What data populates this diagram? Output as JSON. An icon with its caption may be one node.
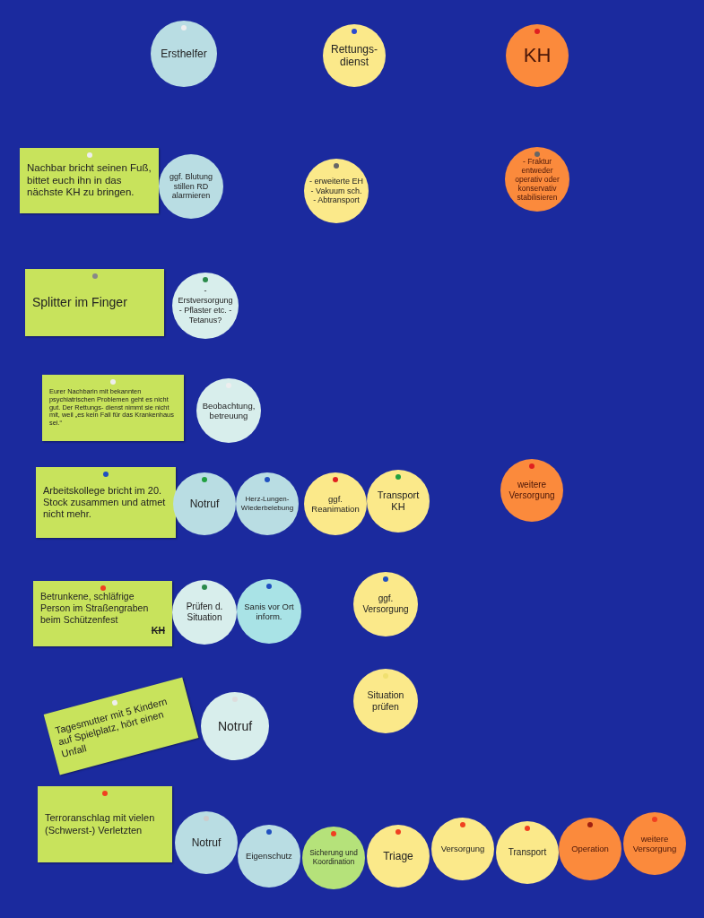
{
  "diagram": {
    "nodes": [
      {
        "text": [
          "Ersthelfer"
        ]
      },
      {
        "text": [
          "Rettungs- dienst"
        ]
      },
      {
        "text": [
          "KH"
        ]
      },
      {
        "text": [
          "Nachbar bricht seinen Fuß, bittet euch ihn in das nächste KH zu bringen."
        ]
      },
      {
        "text": [
          "ggf. Blutung stillen RD alarmieren"
        ]
      },
      {
        "text": [
          "- erweiterte EH - Vakuum sch. - Abtransport"
        ]
      },
      {
        "text": [
          "- Fraktur entweder operativ oder konservativ stabilisieren"
        ]
      },
      {
        "text": [
          "Splitter im Finger"
        ]
      },
      {
        "text": [
          "- Erstversorgung - Pflaster etc. - Tetanus?"
        ]
      },
      {
        "text": [
          "Eurer Nachbarin mit bekannten psychiatrischen Problemen geht es nicht gut. Der Rettungs- dienst nimmt sie nicht mit, weil „es kein Fall für das Krankenhaus sei.“"
        ]
      },
      {
        "text": [
          "Beobachtung, betreuung"
        ]
      },
      {
        "text": [
          "Arbeitskollege bricht im 20. Stock zusammen und atmet nicht mehr."
        ]
      },
      {
        "text": [
          "Notruf"
        ]
      },
      {
        "text": [
          "Herz-Lungen- Wiederbelebung"
        ]
      },
      {
        "text": [
          "ggf. Reanimation"
        ]
      },
      {
        "text": [
          "Transport KH"
        ]
      },
      {
        "text": [
          "weitere Versorgung"
        ]
      },
      {
        "text": [
          "Betrunkene, schläfrige Person im Straßengraben beim Schützenfest",
          "KH"
        ]
      },
      {
        "text": [
          "Prüfen d. Situation"
        ]
      },
      {
        "text": [
          "Sanis vor Ort inform."
        ]
      },
      {
        "text": [
          "ggf. Versorgung"
        ]
      },
      {
        "text": [
          "Tagesmutter mit 5 Kindern auf Spielplatz, hört einen Unfall"
        ]
      },
      {
        "text": [
          "Notruf"
        ]
      },
      {
        "text": [
          "Situation prüfen"
        ]
      },
      {
        "text": [
          "Terroranschlag mit vielen (Schwerst-) Verletzten"
        ]
      },
      {
        "text": [
          "Notruf"
        ]
      },
      {
        "text": [
          "Eigenschutz"
        ]
      },
      {
        "text": [
          "Sicherung und Koordination"
        ]
      },
      {
        "text": [
          "Triage"
        ]
      },
      {
        "text": [
          "Versorgung"
        ]
      },
      {
        "text": [
          "Transport"
        ]
      },
      {
        "text": [
          "Operation"
        ]
      },
      {
        "text": [
          "weitere Versorgung"
        ]
      }
    ]
  }
}
